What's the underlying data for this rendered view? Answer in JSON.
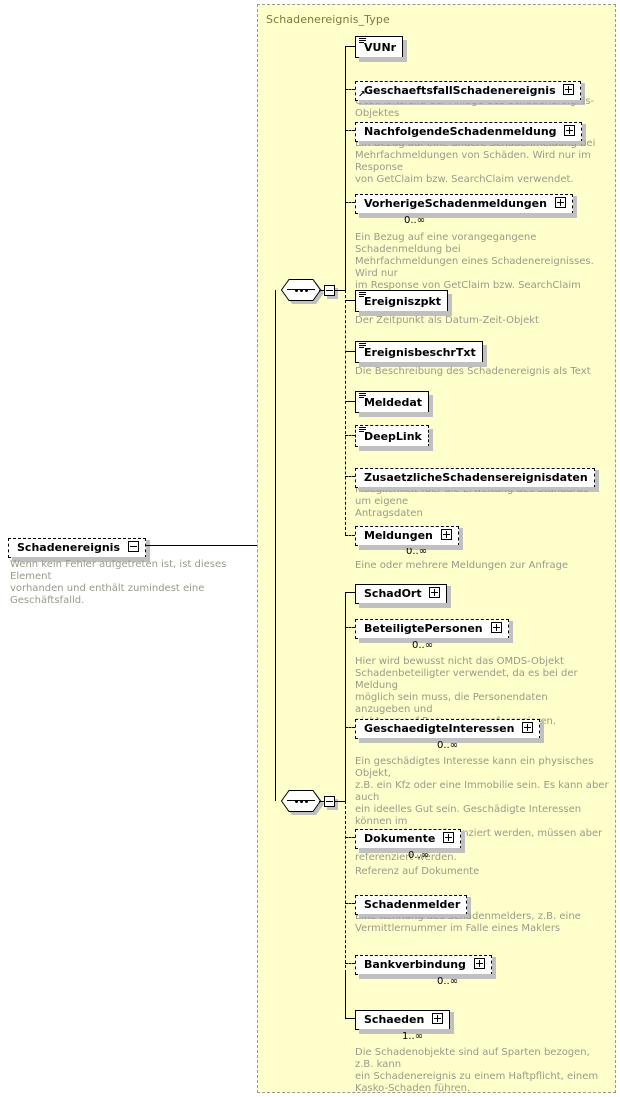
{
  "diagram": {
    "kind": "xsd-schema-diagram",
    "background": "#ffffff",
    "panel_fill": "#ffffcc",
    "panel_border": "#999999",
    "annotation_color": "#9a9a8a",
    "title_color": "#7a7a3a"
  },
  "root": {
    "name": "Schadenereignis",
    "control": "minus",
    "optional": true,
    "annotation": "Wenn kein Fehler aufgetreten ist, ist dieses Element\nvorhanden und enthält zumindest eine Geschäftsfalld."
  },
  "type_panel": {
    "title": "Schadenereignis_Type"
  },
  "compositors": [
    {
      "id": "sequence-top",
      "symbol": "sequence",
      "control": "minus"
    },
    {
      "id": "sequence-bottom",
      "symbol": "sequence",
      "control": "minus"
    }
  ],
  "elements": [
    {
      "name": "VUNr",
      "optional": false,
      "simple": true,
      "control": null,
      "cardinality": null,
      "annotation": null
    },
    {
      "name": "GeschaeftsfallSchadenereignis",
      "optional": true,
      "simple": false,
      "reference": true,
      "control": "plus",
      "cardinality": null,
      "annotation": "Geschäftsfalld der Anlage des Schadenereignis-Objektes"
    },
    {
      "name": "NachfolgendeSchadenmeldung",
      "optional": true,
      "simple": false,
      "control": "plus",
      "cardinality": null,
      "annotation": "Ein Bezug auf eine andere Schadenmeldung bei\nMehrfachmeldungen von Schäden. Wird nur im Response\nvon GetClaim bzw. SearchClaim verwendet."
    },
    {
      "name": "VorherigeSchadenmeldungen",
      "optional": true,
      "simple": false,
      "control": "plus",
      "cardinality": "0..∞",
      "annotation": "Ein Bezug auf eine vorangegangene Schadenmeldung bei\nMehrfachmeldungen eines Schadenereignisses. Wird nur\nim Response von GetClaim bzw. SearchClaim\nverwendet."
    },
    {
      "name": "Ereigniszpkt",
      "optional": false,
      "simple": true,
      "control": null,
      "cardinality": null,
      "annotation": "Der Zeitpunkt als Datum-Zeit-Objekt"
    },
    {
      "name": "EreignisbeschrTxt",
      "optional": false,
      "simple": true,
      "control": null,
      "cardinality": null,
      "annotation": "Die Beschreibung des Schadenereignis als Text"
    },
    {
      "name": "Meldedat",
      "optional": false,
      "simple": true,
      "control": null,
      "cardinality": null,
      "annotation": null
    },
    {
      "name": "DeepLink",
      "optional": true,
      "simple": true,
      "control": null,
      "cardinality": null,
      "annotation": null
    },
    {
      "name": "ZusaetzlicheSchadensereignisdaten",
      "optional": true,
      "simple": false,
      "control": null,
      "cardinality": null,
      "annotation": "Moeglichkeit fuer die Erweitung des Standards um eigene\nAntragsdaten"
    },
    {
      "name": "Meldungen",
      "optional": true,
      "simple": false,
      "control": "plus",
      "cardinality": "0..∞",
      "annotation": "Eine oder mehrere Meldungen zur Anfrage"
    },
    {
      "name": "SchadOrt",
      "optional": false,
      "simple": false,
      "control": "plus",
      "cardinality": null,
      "annotation": null
    },
    {
      "name": "BeteiligtePersonen",
      "optional": true,
      "simple": false,
      "control": "plus",
      "cardinality": "0..∞",
      "annotation": "Hier wird bewusst nicht das OMDS-Objekt\nSchadenbeteiligter verwendet, da es bei der Meldung\nmöglich sein muss, die Personendaten anzugeben und\nnicht nur auf Personen zu referenzieren."
    },
    {
      "name": "GeschaedigteInteressen",
      "optional": true,
      "simple": false,
      "control": "plus",
      "cardinality": "0..∞",
      "annotation": "Ein geschädigtes Interesse kann ein physisches Objekt,\nz.B. ein Kfz oder eine Immobilie sein. Es kann aber auch\nein ideelles Gut sein. Geschädigte Interessen können im\nSchadenobjekt referenziert werden, müssen aber nicht\nreferenziert werden."
    },
    {
      "name": "Dokumente",
      "optional": true,
      "simple": false,
      "control": "plus",
      "cardinality": "0..∞",
      "annotation": "Referenz auf Dokumente"
    },
    {
      "name": "Schadenmelder",
      "optional": true,
      "simple": false,
      "control": null,
      "cardinality": null,
      "annotation": "Eine Kennung des Schadenmelders, z.B. eine\nVermittlernummer im Falle eines Maklers"
    },
    {
      "name": "Bankverbindung",
      "optional": true,
      "simple": false,
      "control": "plus",
      "cardinality": "0..∞",
      "annotation": null
    },
    {
      "name": "Schaeden",
      "optional": false,
      "simple": false,
      "control": "plus",
      "cardinality": "1..∞",
      "annotation": "Die Schadenobjekte sind auf Sparten bezogen, z.B. kann\nein Schadenereignis zu einem Haftpflicht, einem\nKasko-Schaden führen."
    }
  ]
}
